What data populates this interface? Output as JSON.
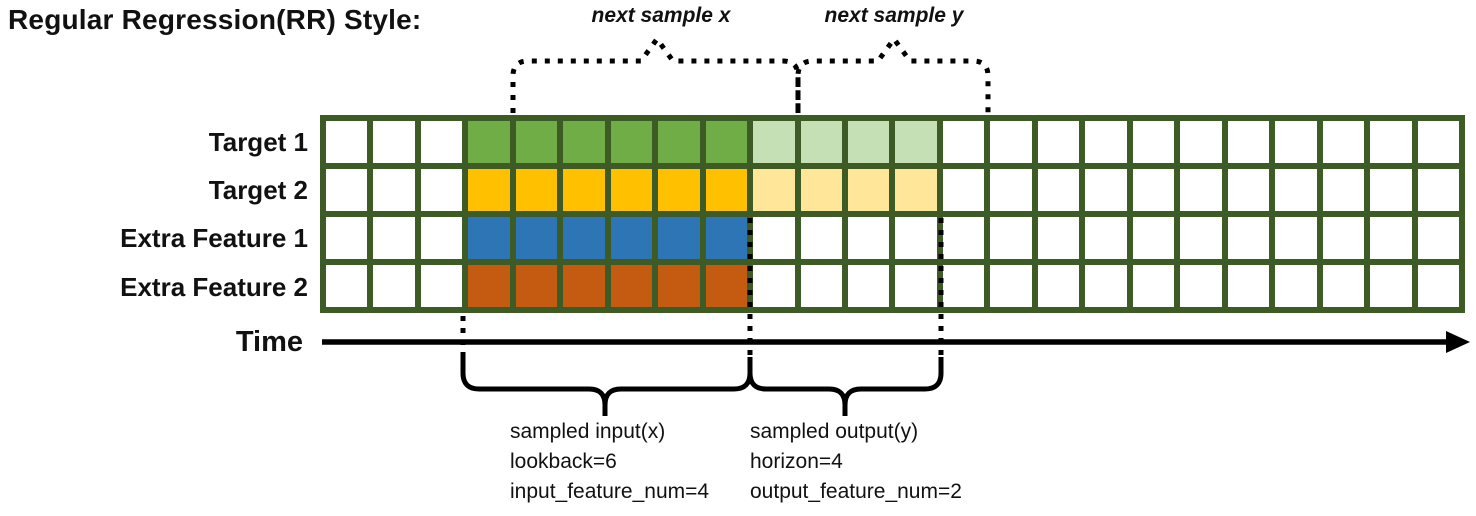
{
  "title": "Regular Regression(RR) Style:",
  "top_annotations": {
    "next_sample_x": "next sample x",
    "next_sample_y": "next sample y"
  },
  "time_axis": {
    "label": "Time"
  },
  "grid": {
    "num_columns": 24,
    "num_rows": 4,
    "lookback_start_col": 3,
    "lookback": 6,
    "horizon": 4,
    "line_color": "#3D5B25",
    "cell_color": "#FFFFFF",
    "rows": [
      {
        "label": "Target 1",
        "lookback_color": "#70AD47",
        "horizon_color": "#C5E0B4"
      },
      {
        "label": "Target 2",
        "lookback_color": "#FFC000",
        "horizon_color": "#FFE699"
      },
      {
        "label": "Extra Feature 1",
        "lookback_color": "#2E75B6",
        "horizon_color": null
      },
      {
        "label": "Extra Feature 2",
        "lookback_color": "#C55A11",
        "horizon_color": null
      }
    ]
  },
  "sample_annotations": {
    "input_lines": [
      "sampled input(x)",
      "lookback=6",
      "input_feature_num=4"
    ],
    "output_lines": [
      "sampled output(y)",
      "horizon=4",
      "output_feature_num=2"
    ]
  },
  "stroke_color": "#000000"
}
